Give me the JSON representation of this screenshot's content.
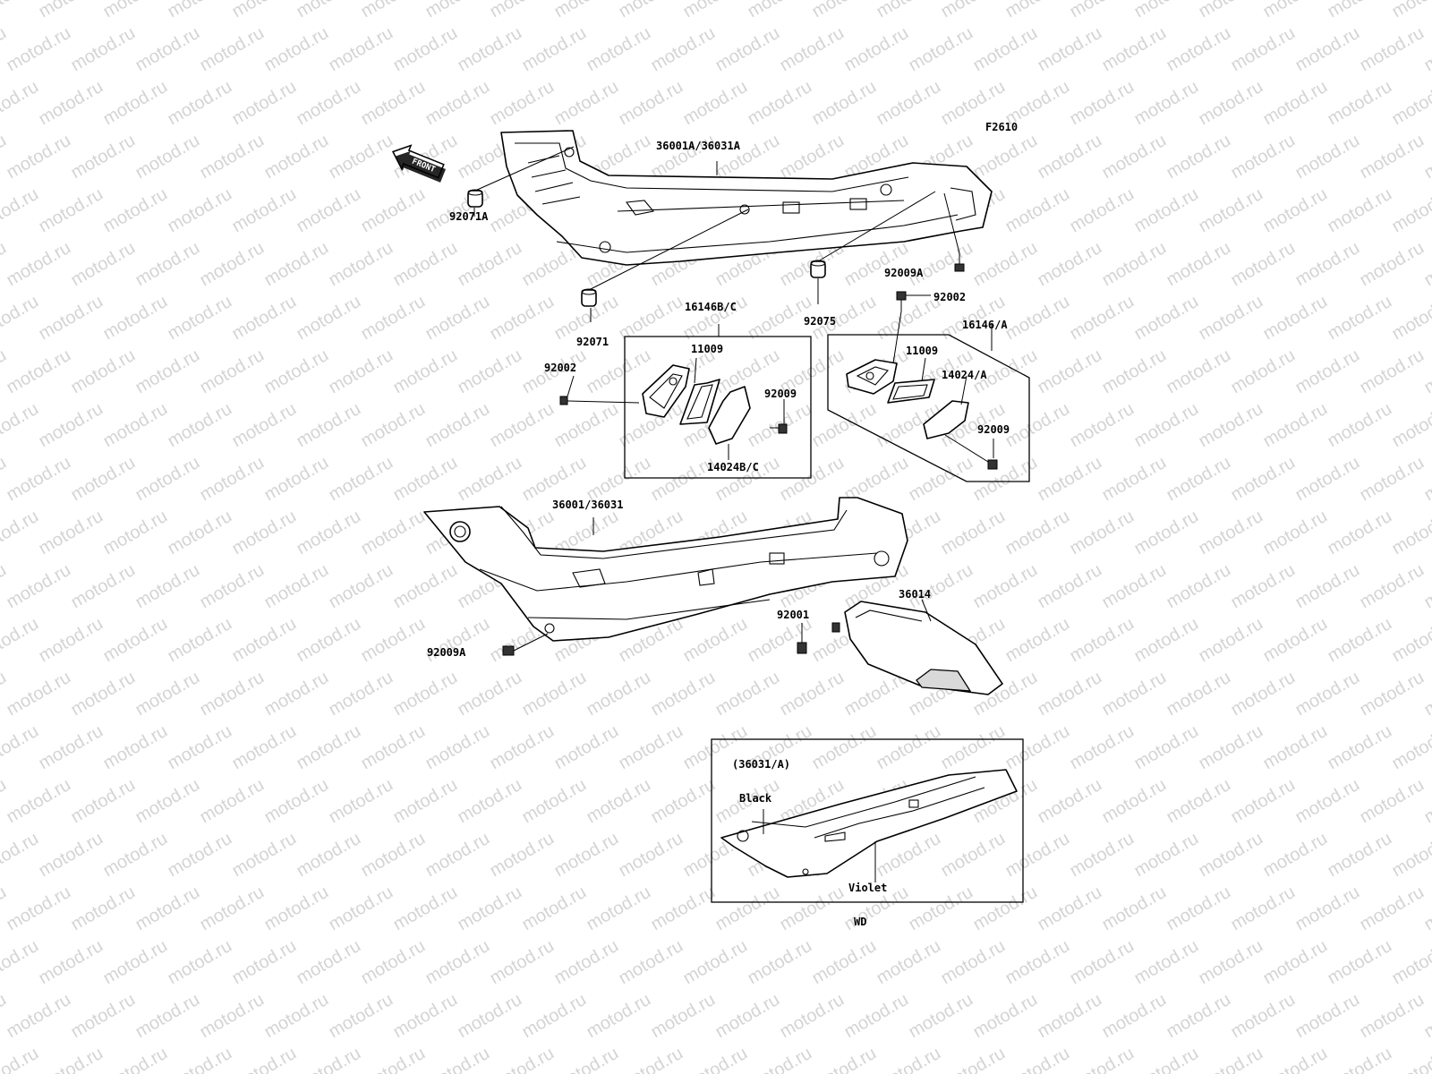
{
  "figure_code": "F2610",
  "front_arrow_label": "FRONT",
  "watermark_text": "motod.ru",
  "labels": {
    "l36001a": "36001A/36031A",
    "l92071a": "92071A",
    "l92071": "92071",
    "l92075": "92075",
    "l92009a_top": "92009A",
    "l92002_right": "92002",
    "l16146bc": "16146B/C",
    "l11009_left": "11009",
    "l92002_left": "92002",
    "l92009_left": "92009",
    "l14024bc": "14024B/C",
    "l16146a": "16146/A",
    "l11009_right": "11009",
    "l14024a": "14024/A",
    "l92009_right": "92009",
    "l36001": "36001/36031",
    "l36014": "36014",
    "l92001": "92001",
    "l92009a_bottom": "92009A"
  },
  "inset": {
    "title": "(36031/A)",
    "color_1": "Black",
    "color_2": "Violet",
    "caption": "WD"
  }
}
